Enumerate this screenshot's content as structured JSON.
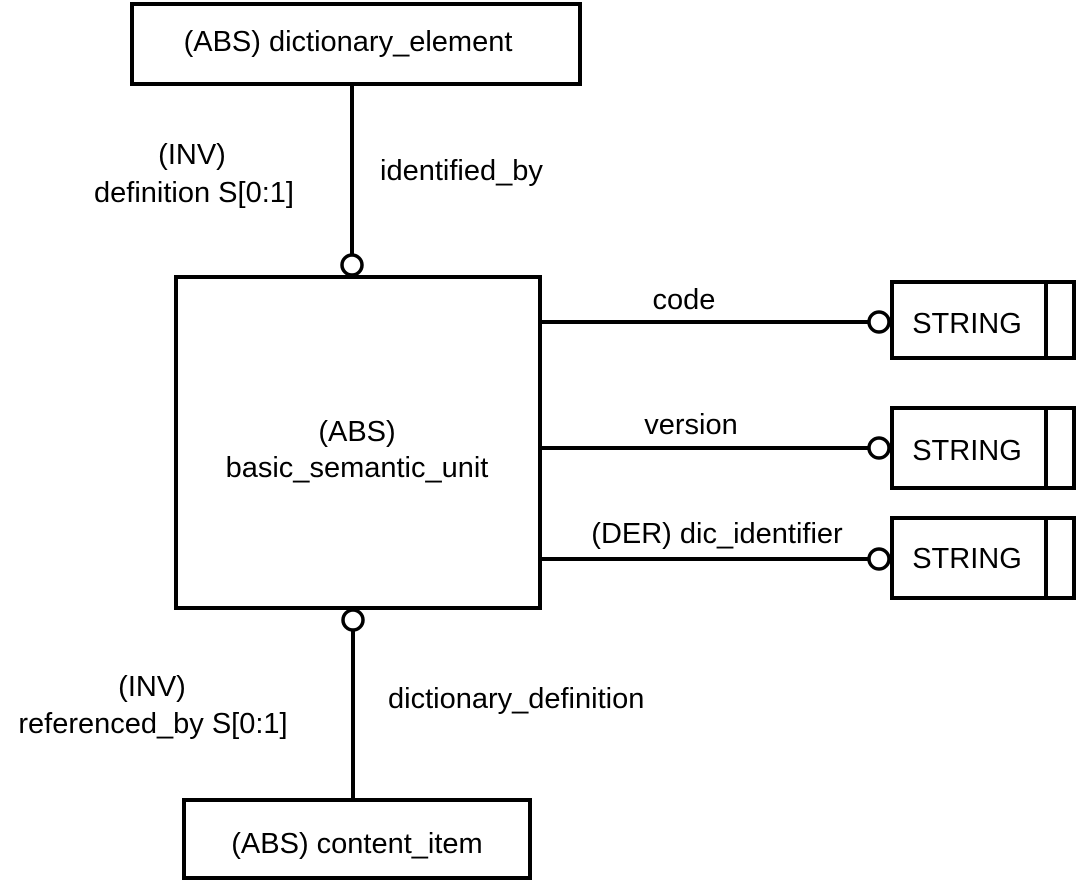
{
  "entities": {
    "dictionary_element": "(ABS) dictionary_element",
    "basic_semantic_unit_prefix": "(ABS)",
    "basic_semantic_unit_name": "basic_semantic_unit",
    "content_item": "(ABS) content_item"
  },
  "relations": {
    "identified_by": {
      "label": "identified_by",
      "inverse_prefix": "(INV)",
      "inverse_label": "definition S[0:1]"
    },
    "dictionary_definition": {
      "label": "dictionary_definition",
      "inverse_prefix": "(INV)",
      "inverse_label": "referenced_by S[0:1]"
    }
  },
  "attributes": [
    {
      "name": "code",
      "type": "STRING"
    },
    {
      "name": "version",
      "type": "STRING"
    },
    {
      "name": "(DER) dic_identifier",
      "type": "STRING"
    }
  ]
}
